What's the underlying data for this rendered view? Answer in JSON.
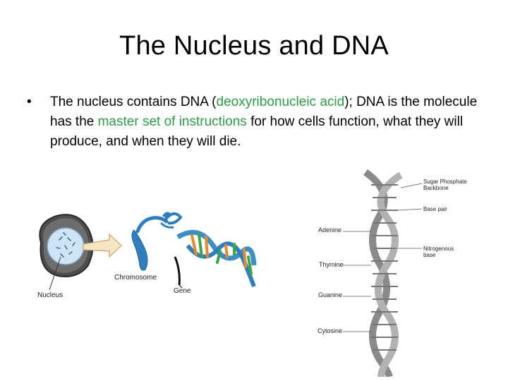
{
  "slide": {
    "title": "The Nucleus and DNA",
    "bullet": {
      "marker": "•",
      "part1": "The nucleus contains DNA (",
      "highlight1": "deoxyribonucleic acid",
      "part2": "); DNA is the molecule has the ",
      "highlight2": "master set of instructions",
      "part3": " for how cells function, what they will produce, and when they will die."
    }
  },
  "figure": {
    "labels": {
      "nucleus": "Nucleus",
      "chromosome": "Chromosome",
      "gene": "Gene",
      "adenine": "Adenine",
      "thymine": "Thymine",
      "guanine": "Guanine",
      "cytosine": "Cytosine",
      "sugar_backbone": "Sugar Phosphate Backbone",
      "base_pair": "Base pair",
      "nitrogenous_base": "Nitrogenous base"
    }
  },
  "colors": {
    "highlight": "#2e9a4a",
    "helix_blue": "#3a8fc4",
    "helix_gray": "#9a9a9a",
    "base_orange": "#e8892d",
    "base_green": "#3aa64a"
  }
}
